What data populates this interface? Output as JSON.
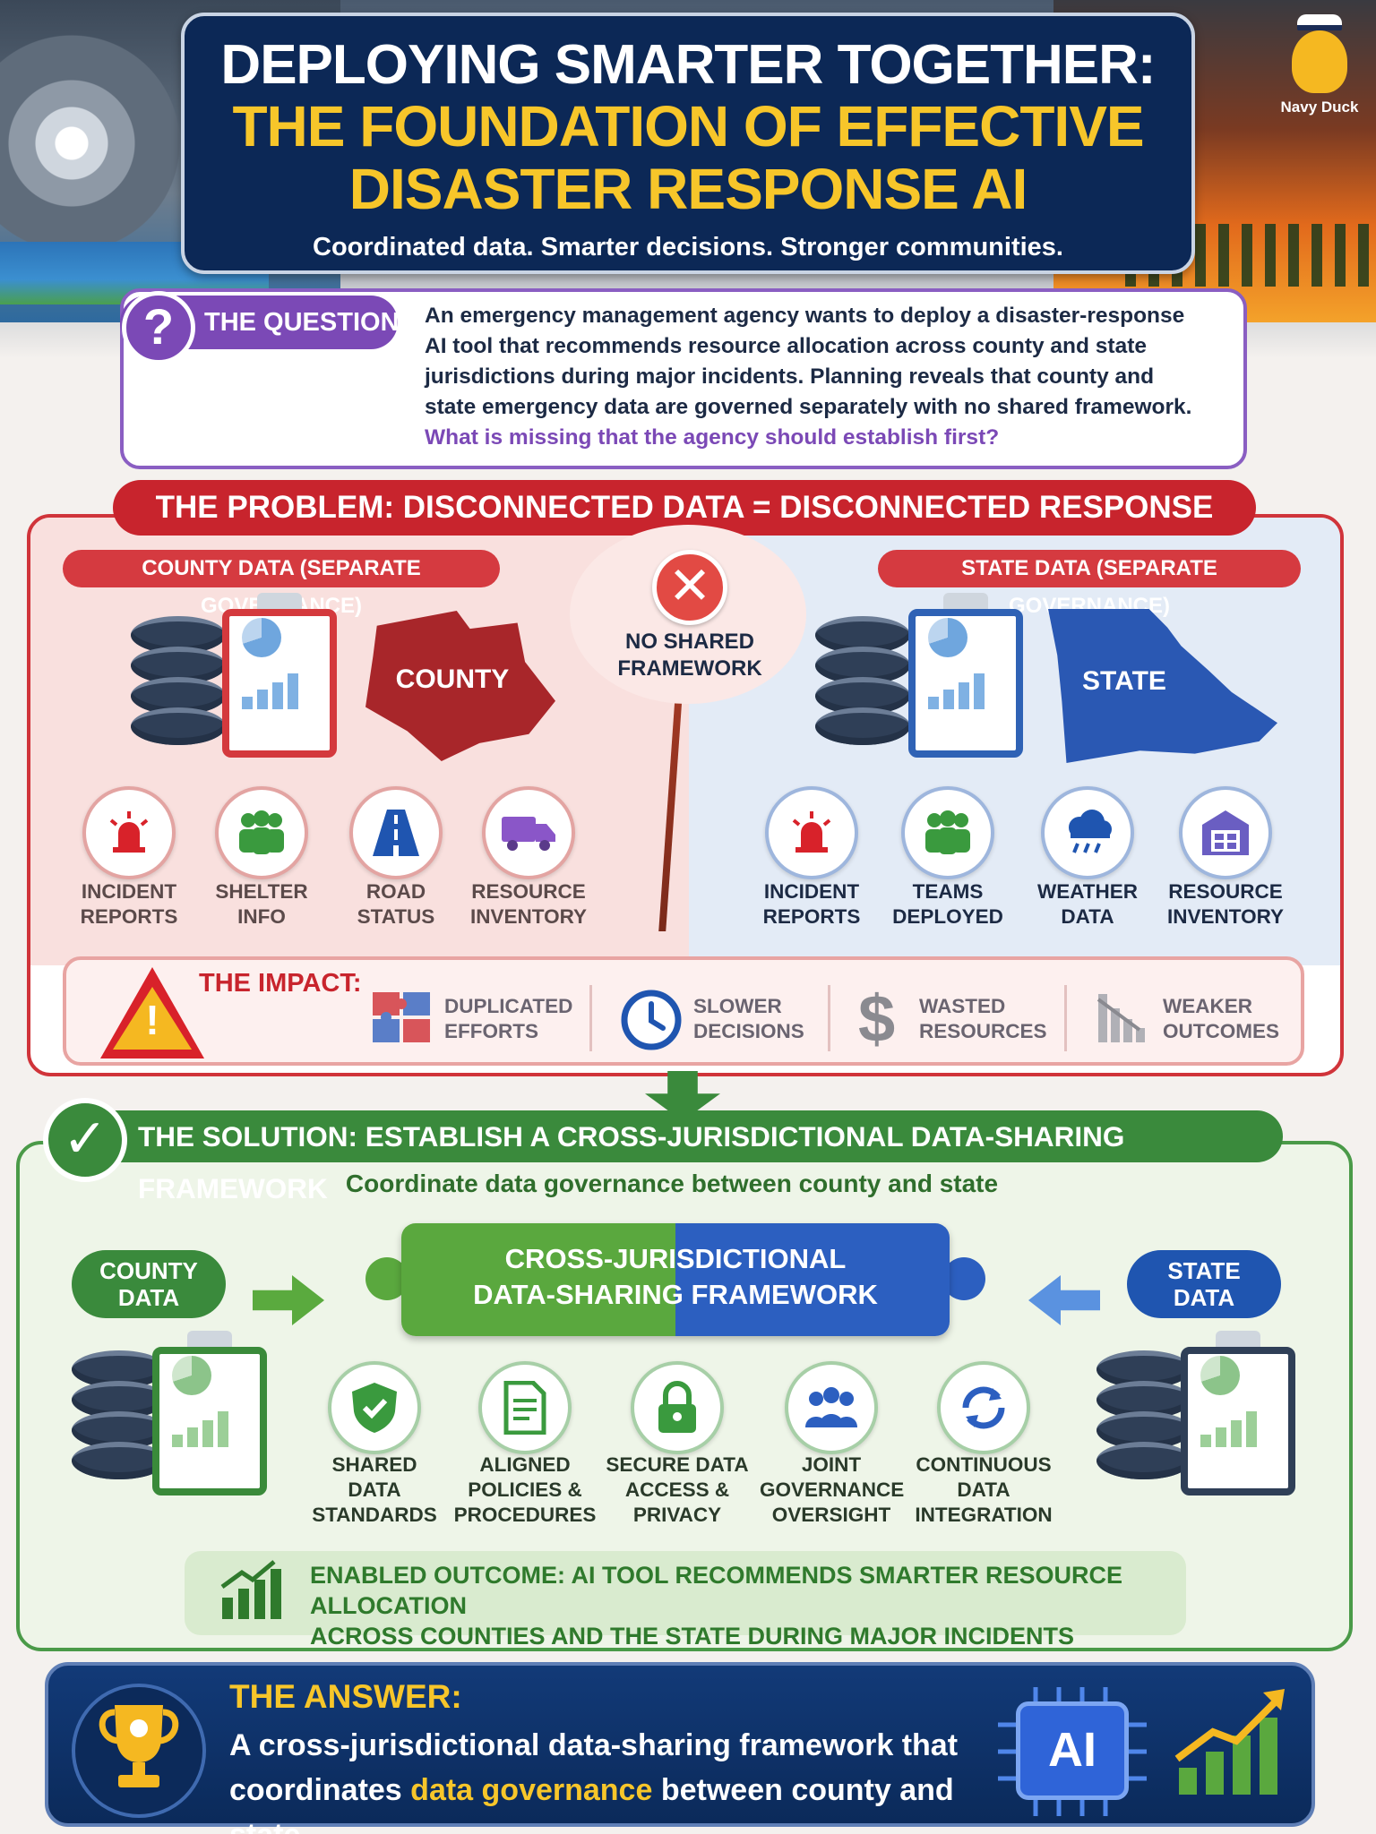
{
  "header": {
    "title_line1": "DEPLOYING SMARTER TOGETHER:",
    "title_line2": "THE FOUNDATION OF EFFECTIVE",
    "title_line3": "DISASTER RESPONSE AI",
    "subtitle": "Coordinated data. Smarter decisions. Stronger communities.",
    "mascot_label": "Navy Duck"
  },
  "question": {
    "label": "THE QUESTION:",
    "icon": "question-mark-icon",
    "text": "An emergency management agency wants to deploy a disaster-response AI tool that recommends resource allocation across county and state jurisdictions during major incidents. Planning reveals that county and state emergency data are governed separately with no shared framework.",
    "highlight": "What is missing that the agency should establish first?"
  },
  "problem": {
    "banner": "THE PROBLEM: DISCONNECTED DATA = DISCONNECTED RESPONSE",
    "county_pill": "COUNTY DATA (SEPARATE GOVERNANCE)",
    "state_pill": "STATE DATA (SEPARATE GOVERNANCE)",
    "county_map_label": "COUNTY",
    "state_map_label": "STATE",
    "center_label": "NO SHARED FRAMEWORK",
    "county_items": [
      {
        "label1": "INCIDENT",
        "label2": "REPORTS",
        "icon": "siren-icon"
      },
      {
        "label1": "SHELTER",
        "label2": "INFO",
        "icon": "people-icon"
      },
      {
        "label1": "ROAD",
        "label2": "STATUS",
        "icon": "road-icon"
      },
      {
        "label1": "RESOURCE",
        "label2": "INVENTORY",
        "icon": "truck-icon"
      }
    ],
    "state_items": [
      {
        "label1": "INCIDENT",
        "label2": "REPORTS",
        "icon": "siren-icon"
      },
      {
        "label1": "TEAMS",
        "label2": "DEPLOYED",
        "icon": "team-icon"
      },
      {
        "label1": "WEATHER",
        "label2": "DATA",
        "icon": "rain-cloud-icon"
      },
      {
        "label1": "RESOURCE",
        "label2": "INVENTORY",
        "icon": "warehouse-icon"
      }
    ],
    "impact_label": "THE IMPACT:",
    "impacts": [
      {
        "label1": "DUPLICATED",
        "label2": "EFFORTS",
        "icon": "puzzle-icon"
      },
      {
        "label1": "SLOWER",
        "label2": "DECISIONS",
        "icon": "clock-icon"
      },
      {
        "label1": "WASTED",
        "label2": "RESOURCES",
        "icon": "dollar-icon"
      },
      {
        "label1": "WEAKER",
        "label2": "OUTCOMES",
        "icon": "declining-chart-icon"
      }
    ]
  },
  "solution": {
    "banner": "THE SOLUTION: ESTABLISH A CROSS-JURISDICTIONAL DATA-SHARING FRAMEWORK",
    "subtitle": "Coordinate data governance between county and state",
    "county_pill_1": "COUNTY",
    "county_pill_2": "DATA",
    "state_pill_1": "STATE",
    "state_pill_2": "DATA",
    "framework_line1": "CROSS-JURISDICTIONAL",
    "framework_line2": "DATA-SHARING FRAMEWORK",
    "pillars": [
      {
        "l1": "SHARED",
        "l2": "DATA",
        "l3": "STANDARDS",
        "icon": "shield-check-icon"
      },
      {
        "l1": "ALIGNED",
        "l2": "POLICIES &",
        "l3": "PROCEDURES",
        "icon": "document-icon"
      },
      {
        "l1": "SECURE DATA",
        "l2": "ACCESS &",
        "l3": "PRIVACY",
        "icon": "lock-icon"
      },
      {
        "l1": "JOINT",
        "l2": "GOVERNANCE",
        "l3": "OVERSIGHT",
        "icon": "group-icon"
      },
      {
        "l1": "CONTINUOUS",
        "l2": "DATA",
        "l3": "INTEGRATION",
        "icon": "refresh-icon"
      }
    ],
    "outcome_line1": "ENABLED OUTCOME: AI TOOL RECOMMENDS SMARTER RESOURCE ALLOCATION",
    "outcome_line2": "ACROSS COUNTIES AND THE STATE DURING MAJOR INCIDENTS"
  },
  "answer": {
    "title": "THE ANSWER:",
    "text_part1": "A cross-jurisdictional data-sharing framework that coordinates ",
    "text_highlight": "data governance",
    "text_part2": " between county and state.",
    "chip_label": "AI"
  },
  "colors": {
    "navy": "#0c2856",
    "gold": "#f7c62a",
    "red": "#c8242d",
    "green": "#3a8a3c",
    "blue": "#1f55b0",
    "purple": "#7b49b6"
  }
}
